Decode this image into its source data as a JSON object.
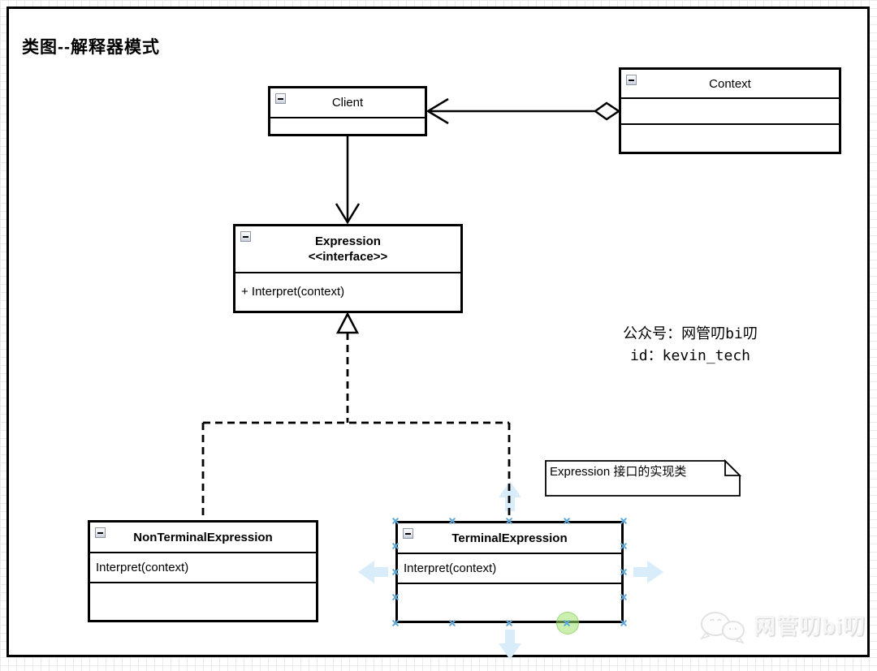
{
  "page": {
    "title": "类图--解释器模式"
  },
  "classes": {
    "client": {
      "name": "Client"
    },
    "context": {
      "name": "Context"
    },
    "expression": {
      "name": "Expression",
      "stereotype": "<<interface>>",
      "method": "+ Interpret(context)"
    },
    "non_terminal": {
      "name": "NonTerminalExpression",
      "method": "Interpret(context)"
    },
    "terminal": {
      "name": "TerminalExpression",
      "method": "Interpret(context)"
    }
  },
  "note": {
    "text": "Expression 接口的实现类"
  },
  "watermark": {
    "line1": "公众号：网管叨bi叨",
    "line2": "id：kevin_tech"
  },
  "logo": {
    "text": "网管叨bi叨"
  },
  "icons": {
    "collapse": "minus-collapse-icon",
    "logo": "wechat-bubbles-icon"
  },
  "colors": {
    "stroke": "#000000",
    "selection_handle": "#5aa9de",
    "direction_arrow": "#d9ecfa",
    "connection_highlight": "#a0e26e",
    "grid": "#ebebeb"
  }
}
